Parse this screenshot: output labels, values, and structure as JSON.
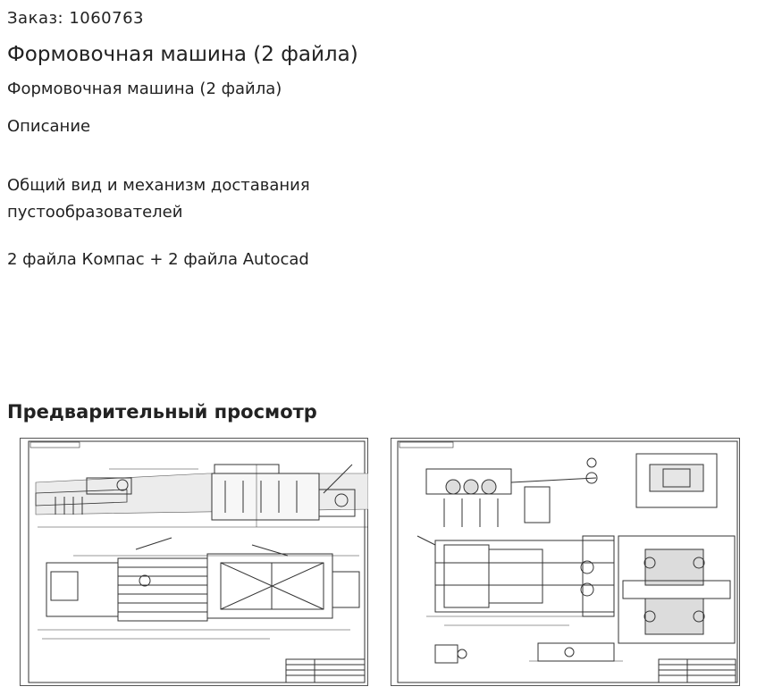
{
  "order": {
    "label": "Заказ: 1060763"
  },
  "product": {
    "title": "Формовочная машина (2 файла)",
    "subtitle": "Формовочная машина (2 файла)"
  },
  "description": {
    "heading": "Описание",
    "text": "Общий вид и механизм доставания пустообразователей",
    "files": "2 файла Компас + 2 файла Autocad"
  },
  "preview": {
    "heading": "Предварительный просмотр",
    "images": [
      {
        "icon": "technical-drawing-general-view"
      },
      {
        "icon": "technical-drawing-mechanism"
      }
    ]
  }
}
